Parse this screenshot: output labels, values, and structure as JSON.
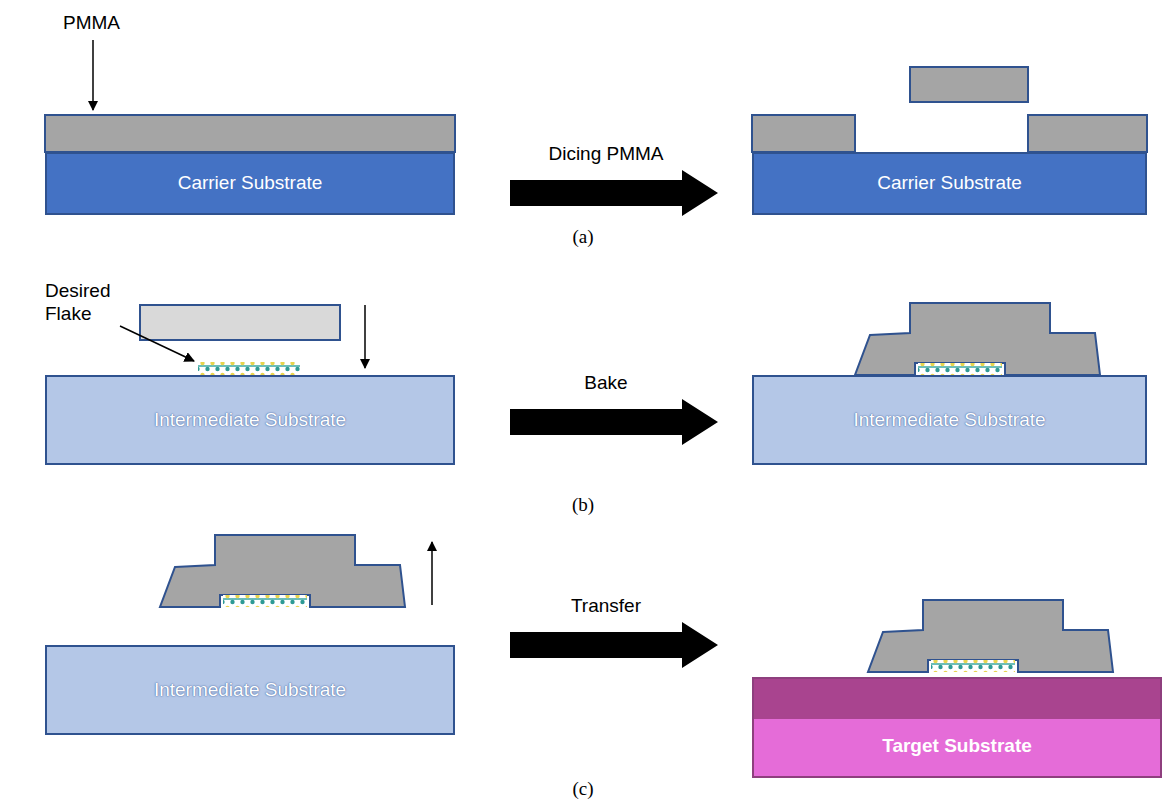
{
  "diagram": {
    "nodes": [
      {
        "text": [
          "Carrier Substrate"
        ]
      },
      {
        "text": [
          "Carrier Substrate"
        ]
      },
      {
        "text": [
          "Intermediate Substrate"
        ]
      },
      {
        "text": [
          "Intermediate Substrate"
        ]
      },
      {
        "text": [
          "Intermediate Substrate"
        ]
      },
      {
        "text": [
          "Target Substrate"
        ]
      }
    ],
    "edges": [
      {
        "from": 0,
        "to": 1,
        "arrow": "to",
        "label": "Dicing PMMA"
      },
      {
        "from": 2,
        "to": 3,
        "arrow": "to",
        "label": "Bake"
      },
      {
        "from": 4,
        "to": 5,
        "arrow": "to",
        "label": "Transfer"
      }
    ],
    "labels": [
      "PMMA",
      "(a)",
      "Desired Flake",
      "(b)",
      "(c)"
    ]
  }
}
